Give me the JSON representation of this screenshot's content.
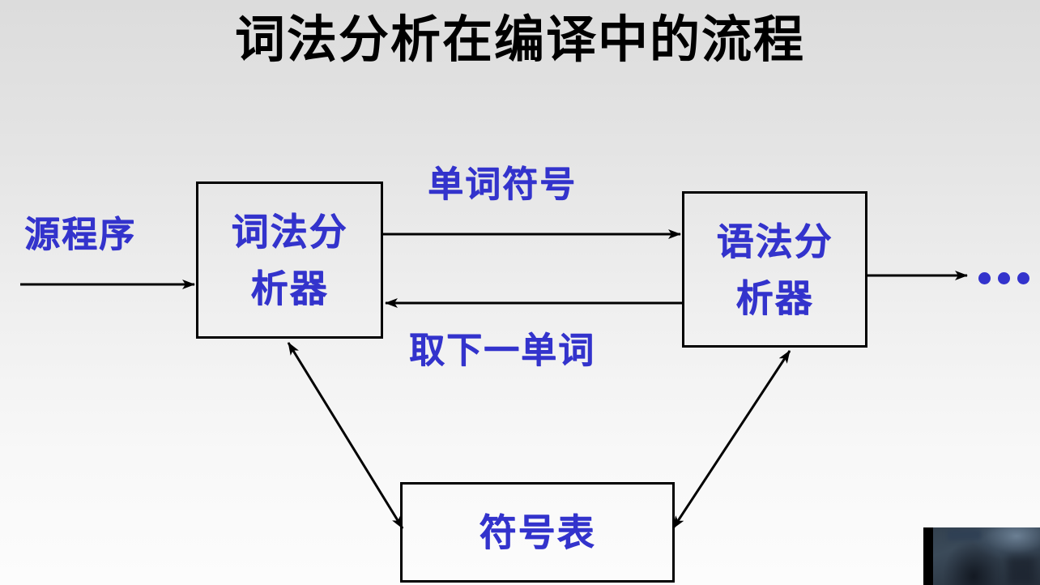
{
  "slide": {
    "title": "词法分析在编译中的流程",
    "background_top_color": "#dcdcdc",
    "background_bottom_color": "#fcfcfc",
    "accent_color": "#3333cc",
    "line_color": "#000000"
  },
  "diagram": {
    "type": "flowchart",
    "nodes": [
      {
        "id": "lexer",
        "label_line1": "词法分",
        "label_line2": "析器",
        "full_label": "词法分析器"
      },
      {
        "id": "parser",
        "label_line1": "语法分",
        "label_line2": "析器",
        "full_label": "语法分析器"
      },
      {
        "id": "symtab",
        "label_line1": "符号表",
        "label_line2": "",
        "full_label": "符号表"
      }
    ],
    "labels": {
      "source_program": "源程序",
      "token": "单词符号",
      "next_token": "取下一单词"
    },
    "edges": [
      {
        "from": "input",
        "to": "lexer",
        "label": "源程序",
        "style": "single-arrow"
      },
      {
        "from": "lexer",
        "to": "parser",
        "label": "单词符号",
        "style": "single-arrow"
      },
      {
        "from": "parser",
        "to": "lexer",
        "label": "取下一单词",
        "style": "single-arrow"
      },
      {
        "from": "parser",
        "to": "output",
        "label": "",
        "style": "single-arrow"
      },
      {
        "from": "lexer",
        "to": "symtab",
        "label": "",
        "style": "double-arrow"
      },
      {
        "from": "symtab",
        "to": "parser",
        "label": "",
        "style": "double-arrow"
      }
    ],
    "continuation": "•••"
  },
  "overlay": {
    "video_thumbnail_label": "webcam-video-thumbnail"
  }
}
